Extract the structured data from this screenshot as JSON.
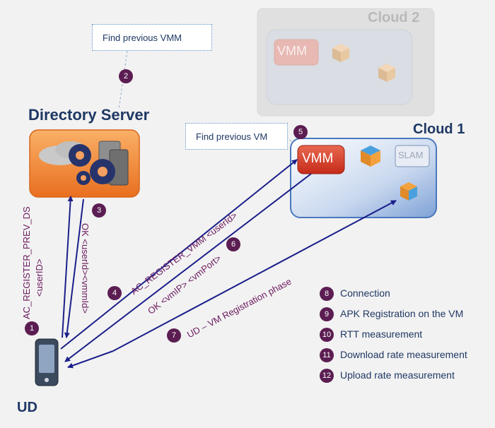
{
  "notes": {
    "find_vmm": "Find previous VMM",
    "find_vm": "Find previous VM"
  },
  "titles": {
    "directory_server": "Directory Server",
    "cloud1": "Cloud 1",
    "cloud2": "Cloud 2",
    "ud": "UD"
  },
  "boxes": {
    "vmm": "VMM",
    "vmm_faded": "VMM",
    "slam": "SLAM"
  },
  "messages": {
    "m1_line1": "AC_REGISTER_PREV_DS",
    "m1_line2": "<userID>",
    "m3": "OK <userId><vmmId>",
    "m4": "AC_REGISTER_VMM <userId>",
    "m6": "OK <vmIP> <vmPort>",
    "m7": "UD – VM Registration phase"
  },
  "steps": {
    "s1": "1",
    "s2": "2",
    "s3": "3",
    "s4": "4",
    "s5": "5",
    "s6": "6",
    "s7": "7"
  },
  "legend": [
    {
      "num": "8",
      "label": "Connection"
    },
    {
      "num": "9",
      "label": "APK Registration on the VM"
    },
    {
      "num": "10",
      "label": "RTT measurement"
    },
    {
      "num": "11",
      "label": "Download rate measurement"
    },
    {
      "num": "12",
      "label": "Upload rate measurement"
    }
  ],
  "colors": {
    "arrow": "#1b1f8a",
    "badge": "#5b1d52",
    "title": "#1f3864",
    "message": "#6b1a5e",
    "server": "#f08a3a"
  },
  "icons": [
    "server-gears-icon",
    "vm-cube-icon",
    "mobile-device-icon"
  ]
}
